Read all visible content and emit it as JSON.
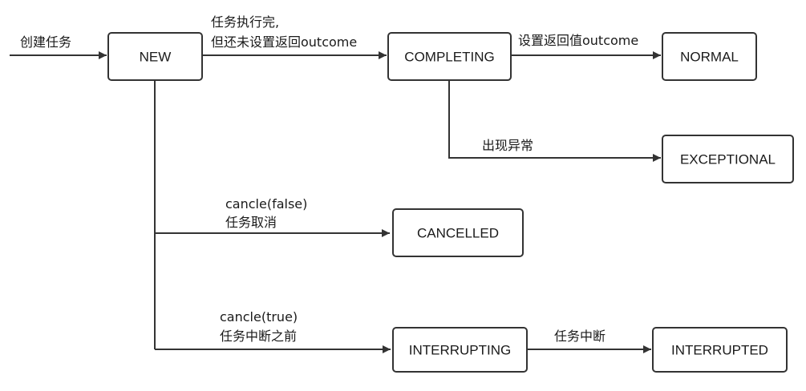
{
  "nodes": {
    "new": "NEW",
    "completing": "COMPLETING",
    "normal": "NORMAL",
    "exceptional": "EXCEPTIONAL",
    "cancelled": "CANCELLED",
    "interrupting": "INTERRUPTING",
    "interrupted": "INTERRUPTED"
  },
  "edges": {
    "create": "创建任务",
    "task_done_line1": "任务执行完,",
    "task_done_line2": "但还未设置返回outcome",
    "set_outcome": "设置返回值outcome",
    "exception": "出现异常",
    "cancel_false_line1": "cancle(false)",
    "cancel_false_line2": "任务取消",
    "cancel_true_line1": "cancle(true)",
    "cancel_true_line2": "任务中断之前",
    "interrupt": "任务中断"
  }
}
